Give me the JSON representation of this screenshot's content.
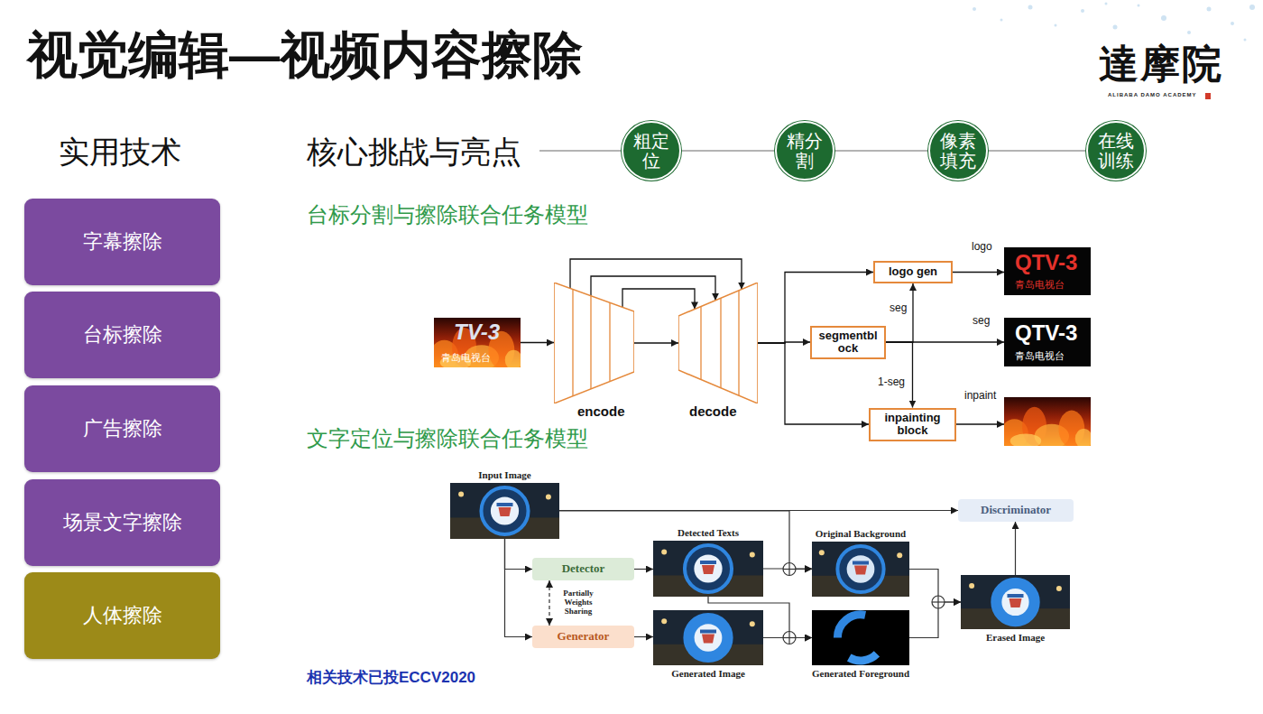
{
  "diagram": {
    "title": "视觉编辑—视频内容擦除",
    "nodes": [
      {
        "text": [
          "字幕擦除"
        ]
      },
      {
        "text": [
          "台标擦除"
        ]
      },
      {
        "text": [
          "广告擦除"
        ]
      },
      {
        "text": [
          "场景文字擦除"
        ]
      },
      {
        "text": [
          "人体擦除"
        ]
      },
      {
        "text": [
          "粗定位"
        ]
      },
      {
        "text": [
          "精分割"
        ]
      },
      {
        "text": [
          "像素填充"
        ]
      },
      {
        "text": [
          "在线训练"
        ]
      },
      {
        "text": [
          "TV-3",
          "青岛电视台"
        ]
      },
      {
        "text": [
          "encode"
        ]
      },
      {
        "text": [
          "decode"
        ]
      },
      {
        "text": [
          "logo gen"
        ]
      },
      {
        "text": [
          "logo",
          "QTV-3",
          "青岛电视台"
        ]
      },
      {
        "text": [
          "segmentbl ock"
        ]
      },
      {
        "text": [
          "seg",
          "QTV-3",
          "青岛电视台"
        ]
      },
      {
        "text": [
          "inpainting block"
        ]
      },
      {
        "text": [
          "inpaint"
        ]
      },
      {
        "text": [
          "Input Image"
        ]
      },
      {
        "text": [
          "Discriminator"
        ]
      },
      {
        "text": [
          "Detector"
        ]
      },
      {
        "text": [
          "Detected Texts"
        ]
      },
      {
        "text": [
          "Original Background"
        ]
      },
      {
        "text": [
          "Generator"
        ]
      },
      {
        "text": [
          "Generated Image"
        ]
      },
      {
        "text": [
          "Generated Foreground"
        ]
      },
      {
        "text": [
          "Erased Image"
        ]
      }
    ],
    "edges": [
      {
        "from": 5,
        "to": 6,
        "arrow": "none"
      },
      {
        "from": 6,
        "to": 7,
        "arrow": "none"
      },
      {
        "from": 7,
        "to": 8,
        "arrow": "none"
      },
      {
        "from": 9,
        "to": 10,
        "arrow": "to"
      },
      {
        "from": 10,
        "to": 11,
        "arrow": "to"
      },
      {
        "from": 10,
        "to": 11,
        "arrow": "to"
      },
      {
        "from": 10,
        "to": 11,
        "arrow": "to"
      },
      {
        "from": 10,
        "to": 11,
        "arrow": "to"
      },
      {
        "from": 11,
        "to": 12,
        "arrow": "to"
      },
      {
        "from": 11,
        "to": 14,
        "arrow": "to"
      },
      {
        "from": 11,
        "to": 16,
        "arrow": "to"
      },
      {
        "from": 12,
        "to": 13,
        "arrow": "to"
      },
      {
        "from": 14,
        "to": 15,
        "arrow": "to"
      },
      {
        "from": 14,
        "to": 12,
        "arrow": "to",
        "label": "seg"
      },
      {
        "from": 14,
        "to": 16,
        "arrow": "to",
        "label": "1-seg"
      },
      {
        "from": 16,
        "to": 17,
        "arrow": "to"
      },
      {
        "from": 18,
        "to": 19,
        "arrow": "to"
      },
      {
        "from": 18,
        "to": 20,
        "arrow": "to"
      },
      {
        "from": 18,
        "to": 23,
        "arrow": "to"
      },
      {
        "from": 18,
        "to": 22,
        "arrow": "to"
      },
      {
        "from": 20,
        "to": 21,
        "arrow": "to"
      },
      {
        "from": 23,
        "to": 24,
        "arrow": "to"
      },
      {
        "from": 20,
        "to": 23,
        "arrow": "both",
        "label": "Partially Weights Sharing"
      },
      {
        "from": 21,
        "to": 22,
        "arrow": "to"
      },
      {
        "from": 21,
        "to": 25,
        "arrow": "to"
      },
      {
        "from": 24,
        "to": 25,
        "arrow": "to"
      },
      {
        "from": 22,
        "to": 26,
        "arrow": "to"
      },
      {
        "from": 25,
        "to": 26,
        "arrow": "to"
      },
      {
        "from": 26,
        "to": 19,
        "arrow": "to"
      }
    ],
    "labels": [
      "達摩院",
      "ALIBABA DAMO ACADEMY",
      "实用技术",
      "核心挑战与亮点",
      "台标分割与擦除联合任务模型",
      "文字定位与擦除联合任务模型",
      "相关技术已投ECCV2020"
    ]
  }
}
